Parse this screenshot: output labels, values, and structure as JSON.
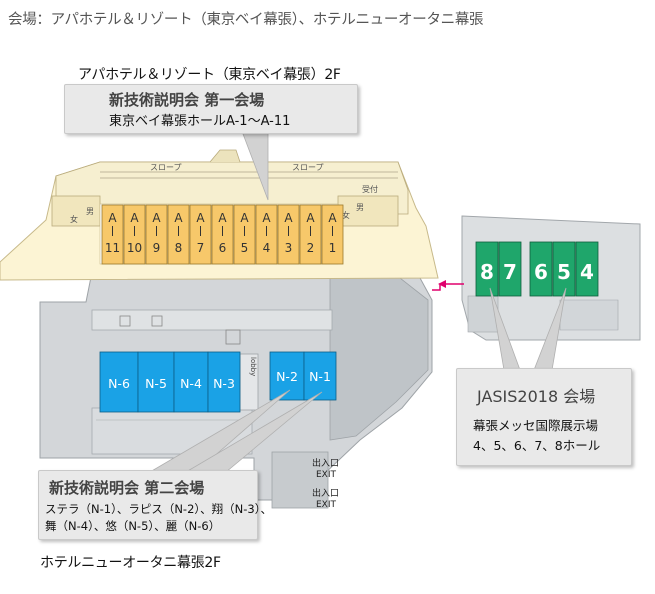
{
  "title": "会場：アパホテル＆リゾート（東京ベイ幕張）、ホテルニューオータニ幕張",
  "apa": {
    "floor_label": "アパホテル＆リゾート（東京ベイ幕張）2F",
    "callout_title": "新技術説明会 第一会場",
    "callout_sub": "東京ベイ幕張ホールA-1～A-11",
    "rooms": [
      "A-11",
      "A-10",
      "A-9",
      "A-8",
      "A-7",
      "A-6",
      "A-5",
      "A-4",
      "A-3",
      "A-2",
      "A-1"
    ],
    "slope_label": "スロープ",
    "reception": "受付",
    "women": "女",
    "men": "男"
  },
  "newotani": {
    "floor_label": "ホテルニューオータニ幕張2F",
    "callout_title": "新技術説明会 第二会場",
    "callout_line1": "ステラ（N-1）、ラピス（N-2）、翔（N-3）、",
    "callout_line2": "舞（N-4）、悠（N-5）、麗（N-6）",
    "rooms": [
      "N-6",
      "N-5",
      "N-4",
      "N-3",
      "N-2",
      "N-1"
    ],
    "exit_jp": "出入口",
    "exit_en": "EXIT",
    "lobby": "lobby"
  },
  "jasis": {
    "halls": [
      "8",
      "7",
      "6",
      "5",
      "4"
    ],
    "callout_title": "JASIS2018 会場",
    "callout_line1": "幕張メッセ国際展示場",
    "callout_line2": "4、5、6、7、8ホール"
  },
  "colors": {
    "apa_floor": "#fcf4d4",
    "apa_room": "#f7c86a",
    "n_room": "#1aa2e6",
    "hall": "#1fa66b",
    "arrow": "#e0006d",
    "gray_floor": "#cfd3d6"
  }
}
